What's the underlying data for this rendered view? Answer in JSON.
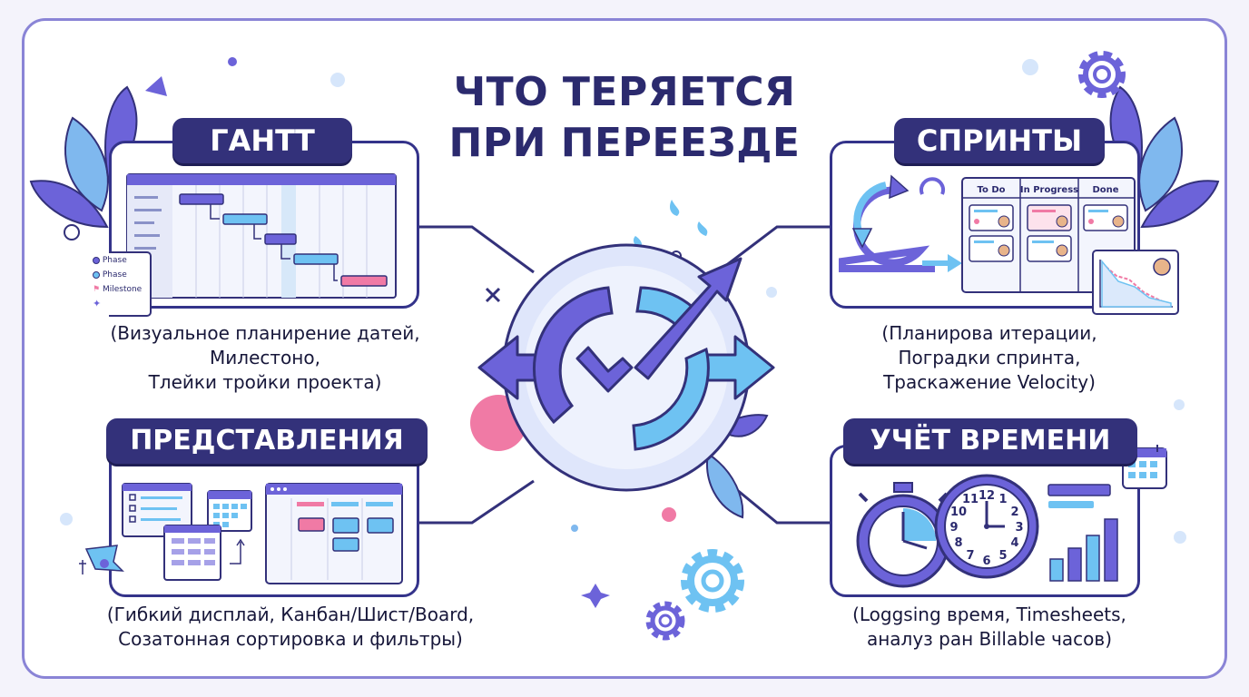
{
  "title": {
    "line1": "ЧТО ТЕРЯЕТСЯ",
    "line2": "ПРИ ПЕРЕЕЗДЕ"
  },
  "sections": {
    "gantt": {
      "label": "ГАНТТ",
      "legend": [
        "Phase",
        "Phase",
        "Milestone"
      ],
      "description": [
        "(Визуальное планирение датей,",
        "Милестоно,",
        "Тлейки тройки проекта)"
      ]
    },
    "sprints": {
      "label": "СПРИНТЫ",
      "columns": [
        "To Do",
        "In Progress",
        "Done"
      ],
      "description": [
        "(Планирова итерации,",
        "Поградки спринта,",
        "Траскажение Velocity)"
      ]
    },
    "views": {
      "label": "ПРЕДСТАВЛЕНИЯ",
      "description": [
        "(Гибкий дисплай,   Канбан/Шист/Board,",
        "Созатонная сортировка и фильтры)"
      ]
    },
    "time": {
      "label": "УЧЁТ ВРЕМЕНИ",
      "clock_numbers": [
        "12",
        "1",
        "2",
        "3",
        "4",
        "5",
        "6",
        "7",
        "8",
        "9",
        "10",
        "11"
      ],
      "description": [
        "(Loggsing время, Timesheets,",
        "аналуз ран Billable часов)"
      ]
    }
  },
  "colors": {
    "navy": "#33317a",
    "purple": "#6c63d9",
    "light_blue": "#6ec2f2",
    "pink": "#f07aa5",
    "pale": "#dfe6fb"
  },
  "icons": [
    "gear-icon",
    "leaf-icon",
    "calendar-icon",
    "stopwatch-icon",
    "clock-icon",
    "cycle-arrows-icon",
    "checkmark-icon"
  ]
}
